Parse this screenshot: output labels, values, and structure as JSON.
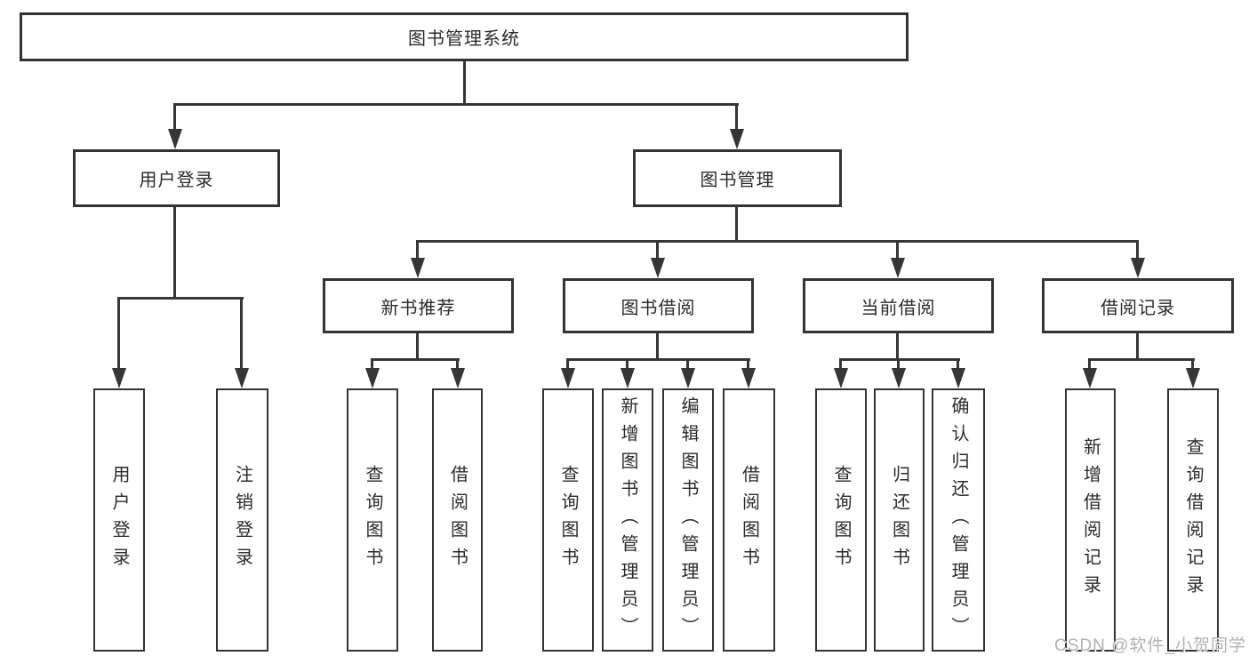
{
  "diagram": {
    "root": {
      "label": "图书管理系统"
    },
    "branches": [
      {
        "label": "用户登录",
        "children": [
          {
            "label": "用户登录"
          },
          {
            "label": "注销登录"
          }
        ]
      },
      {
        "label": "图书管理",
        "children": [
          {
            "label": "新书推荐",
            "children": [
              {
                "label": "查询图书"
              },
              {
                "label": "借阅图书"
              }
            ]
          },
          {
            "label": "图书借阅",
            "children": [
              {
                "label": "查询图书"
              },
              {
                "label": "新增图书（管理员）"
              },
              {
                "label": "编辑图书（管理员）"
              },
              {
                "label": "借阅图书"
              }
            ]
          },
          {
            "label": "当前借阅",
            "children": [
              {
                "label": "查询图书"
              },
              {
                "label": "归还图书"
              },
              {
                "label": "确认归还（管理员）"
              }
            ]
          },
          {
            "label": "借阅记录",
            "children": [
              {
                "label": "新增借阅记录"
              },
              {
                "label": "查询借阅记录"
              }
            ]
          }
        ]
      }
    ]
  },
  "watermark": {
    "text": "CSDN @软件_小贺同学"
  },
  "colors": {
    "line": "#363636",
    "box_border": "#333333",
    "text": "#2b2b2b",
    "watermark": "#b2b2b2",
    "background": "#ffffff"
  }
}
